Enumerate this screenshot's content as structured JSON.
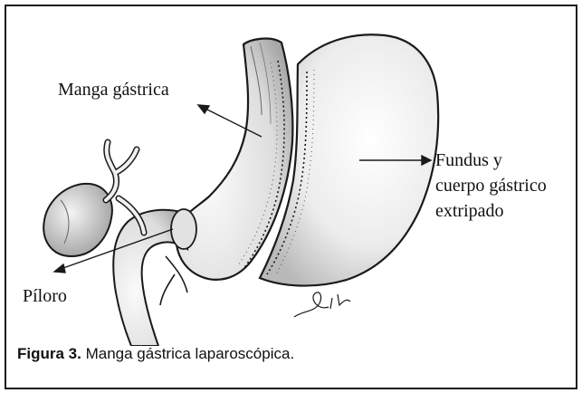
{
  "labels": {
    "sleeve": "Manga gástrica",
    "fundus_line1": "Fundus y",
    "fundus_line2": "cuerpo gástrico",
    "fundus_line3": "extripado",
    "pylorus": "Píloro"
  },
  "caption": {
    "label": "Figura 3.",
    "text": "Manga gástrica laparoscópica."
  },
  "colors": {
    "ink": "#1a1a1a",
    "paper": "#ffffff",
    "shade": "#cfcfcf"
  }
}
